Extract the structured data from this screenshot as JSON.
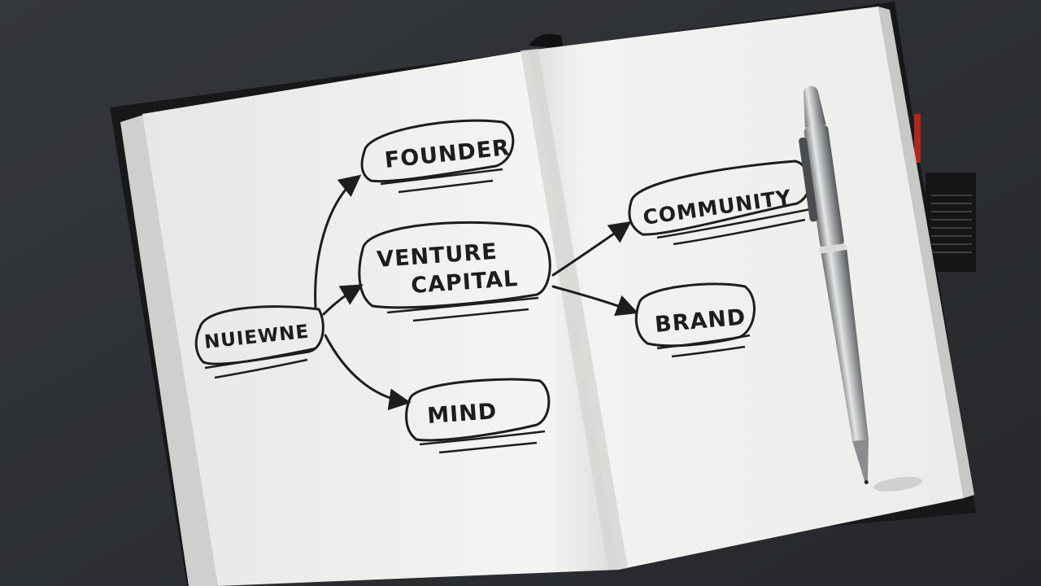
{
  "mind_map": {
    "nodes": {
      "root": "NUIEWNE",
      "founder": "FOUNDER",
      "venture_line1": "VENTURE",
      "venture_line2": "CAPITAL",
      "mind": "MIND",
      "community": "COMMUNITY",
      "brand": "BRAND"
    }
  },
  "objects": {
    "pen": "pen-icon",
    "bookmark": "bookmark-tab-icon"
  },
  "colors": {
    "desk": "#2b2e33",
    "notebook_cover": "#17181a",
    "page": "#f3f3f1",
    "ink": "#1d1d1d",
    "pen_body": "#b9bcbf",
    "bookmark_red": "#b3261e"
  }
}
